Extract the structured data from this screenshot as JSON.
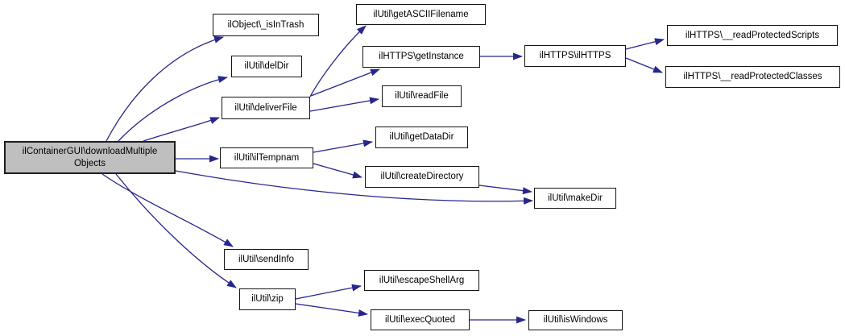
{
  "diagram": {
    "type": "call-graph",
    "colors": {
      "edge": "#26268b",
      "node_border": "#141414",
      "node_background": "#ffffff",
      "highlight_background": "#bfbfbf",
      "text": "#000000",
      "page_background": "#ffffff"
    }
  },
  "nodes": {
    "main": {
      "label": "ilContainerGUI\\downloadMultiple\nObjects",
      "highlighted": true
    },
    "is_in_trash": {
      "label": "ilObject\\_isInTrash"
    },
    "del_dir": {
      "label": "ilUtil\\delDir"
    },
    "deliver_file": {
      "label": "ilUtil\\deliverFile"
    },
    "il_tempnam": {
      "label": "ilUtil\\ilTempnam"
    },
    "get_ascii_filename": {
      "label": "ilUtil\\getASCIIFilename"
    },
    "get_instance": {
      "label": "ilHTTPS\\getInstance"
    },
    "il_https": {
      "label": "ilHTTPS\\ilHTTPS"
    },
    "read_protected_scripts": {
      "label": "ilHTTPS\\__readProtectedScripts"
    },
    "read_protected_classes": {
      "label": "ilHTTPS\\__readProtectedClasses"
    },
    "read_file": {
      "label": "ilUtil\\readFile"
    },
    "get_data_dir": {
      "label": "ilUtil\\getDataDir"
    },
    "create_directory": {
      "label": "ilUtil\\createDirectory"
    },
    "make_dir": {
      "label": "ilUtil\\makeDir"
    },
    "send_info": {
      "label": "ilUtil\\sendInfo"
    },
    "zip": {
      "label": "ilUtil\\zip"
    },
    "escape_shell_arg": {
      "label": "ilUtil\\escapeShellArg"
    },
    "exec_quoted": {
      "label": "ilUtil\\execQuoted"
    },
    "is_windows": {
      "label": "ilUtil\\isWindows"
    }
  },
  "edges": [
    {
      "from": "main",
      "to": "is_in_trash"
    },
    {
      "from": "main",
      "to": "del_dir"
    },
    {
      "from": "main",
      "to": "deliver_file"
    },
    {
      "from": "main",
      "to": "il_tempnam"
    },
    {
      "from": "main",
      "to": "make_dir"
    },
    {
      "from": "main",
      "to": "send_info"
    },
    {
      "from": "main",
      "to": "zip"
    },
    {
      "from": "deliver_file",
      "to": "get_ascii_filename"
    },
    {
      "from": "deliver_file",
      "to": "get_instance"
    },
    {
      "from": "deliver_file",
      "to": "read_file"
    },
    {
      "from": "get_instance",
      "to": "il_https"
    },
    {
      "from": "il_https",
      "to": "read_protected_scripts"
    },
    {
      "from": "il_https",
      "to": "read_protected_classes"
    },
    {
      "from": "il_tempnam",
      "to": "get_data_dir"
    },
    {
      "from": "il_tempnam",
      "to": "create_directory"
    },
    {
      "from": "create_directory",
      "to": "make_dir"
    },
    {
      "from": "zip",
      "to": "escape_shell_arg"
    },
    {
      "from": "zip",
      "to": "exec_quoted"
    },
    {
      "from": "exec_quoted",
      "to": "is_windows"
    }
  ]
}
